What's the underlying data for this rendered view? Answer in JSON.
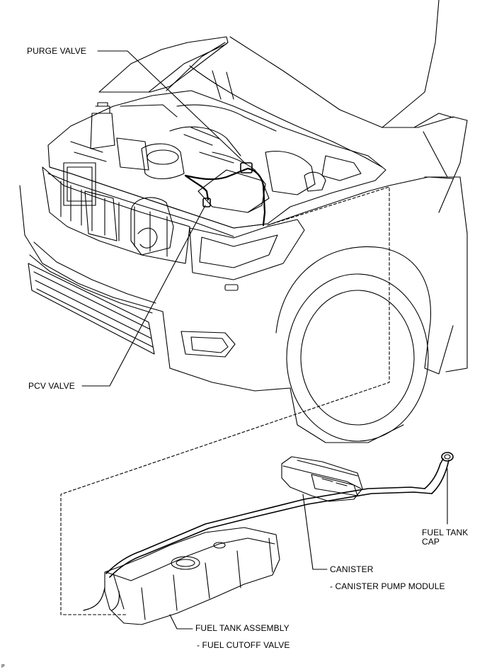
{
  "labels": {
    "purge_valve": "PURGE VALVE",
    "pcv_valve": "PCV VALVE",
    "fuel_tank_cap_1": "FUEL TANK",
    "fuel_tank_cap_2": "CAP",
    "canister": "CANISTER",
    "canister_pump_module": "- CANISTER PUMP MODULE",
    "fuel_tank_assembly": "FUEL TANK ASSEMBLY",
    "fuel_cutoff_valve": "- FUEL CUTOFF VALVE"
  },
  "corner_mark": "P"
}
